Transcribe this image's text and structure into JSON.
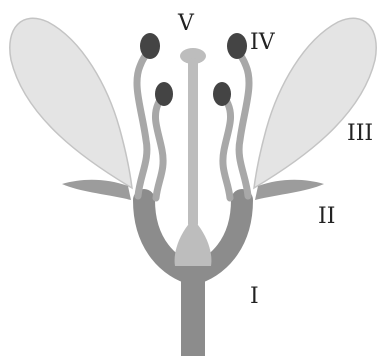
{
  "diagram": {
    "labels": {
      "receptacle": "I",
      "sepal": "II",
      "petal": "III",
      "stamen": "IV",
      "pistil": "V"
    }
  },
  "colors": {
    "background": "#ffffff",
    "petal_fill": "#e4e4e4",
    "petal_stroke": "#c4c4c4",
    "receptacle": "#8c8c8c",
    "sepal": "#9c9c9c",
    "filament": "#a8a8a8",
    "anther": "#444444",
    "pistil": "#bdbdbd",
    "label_text": "#222222"
  }
}
